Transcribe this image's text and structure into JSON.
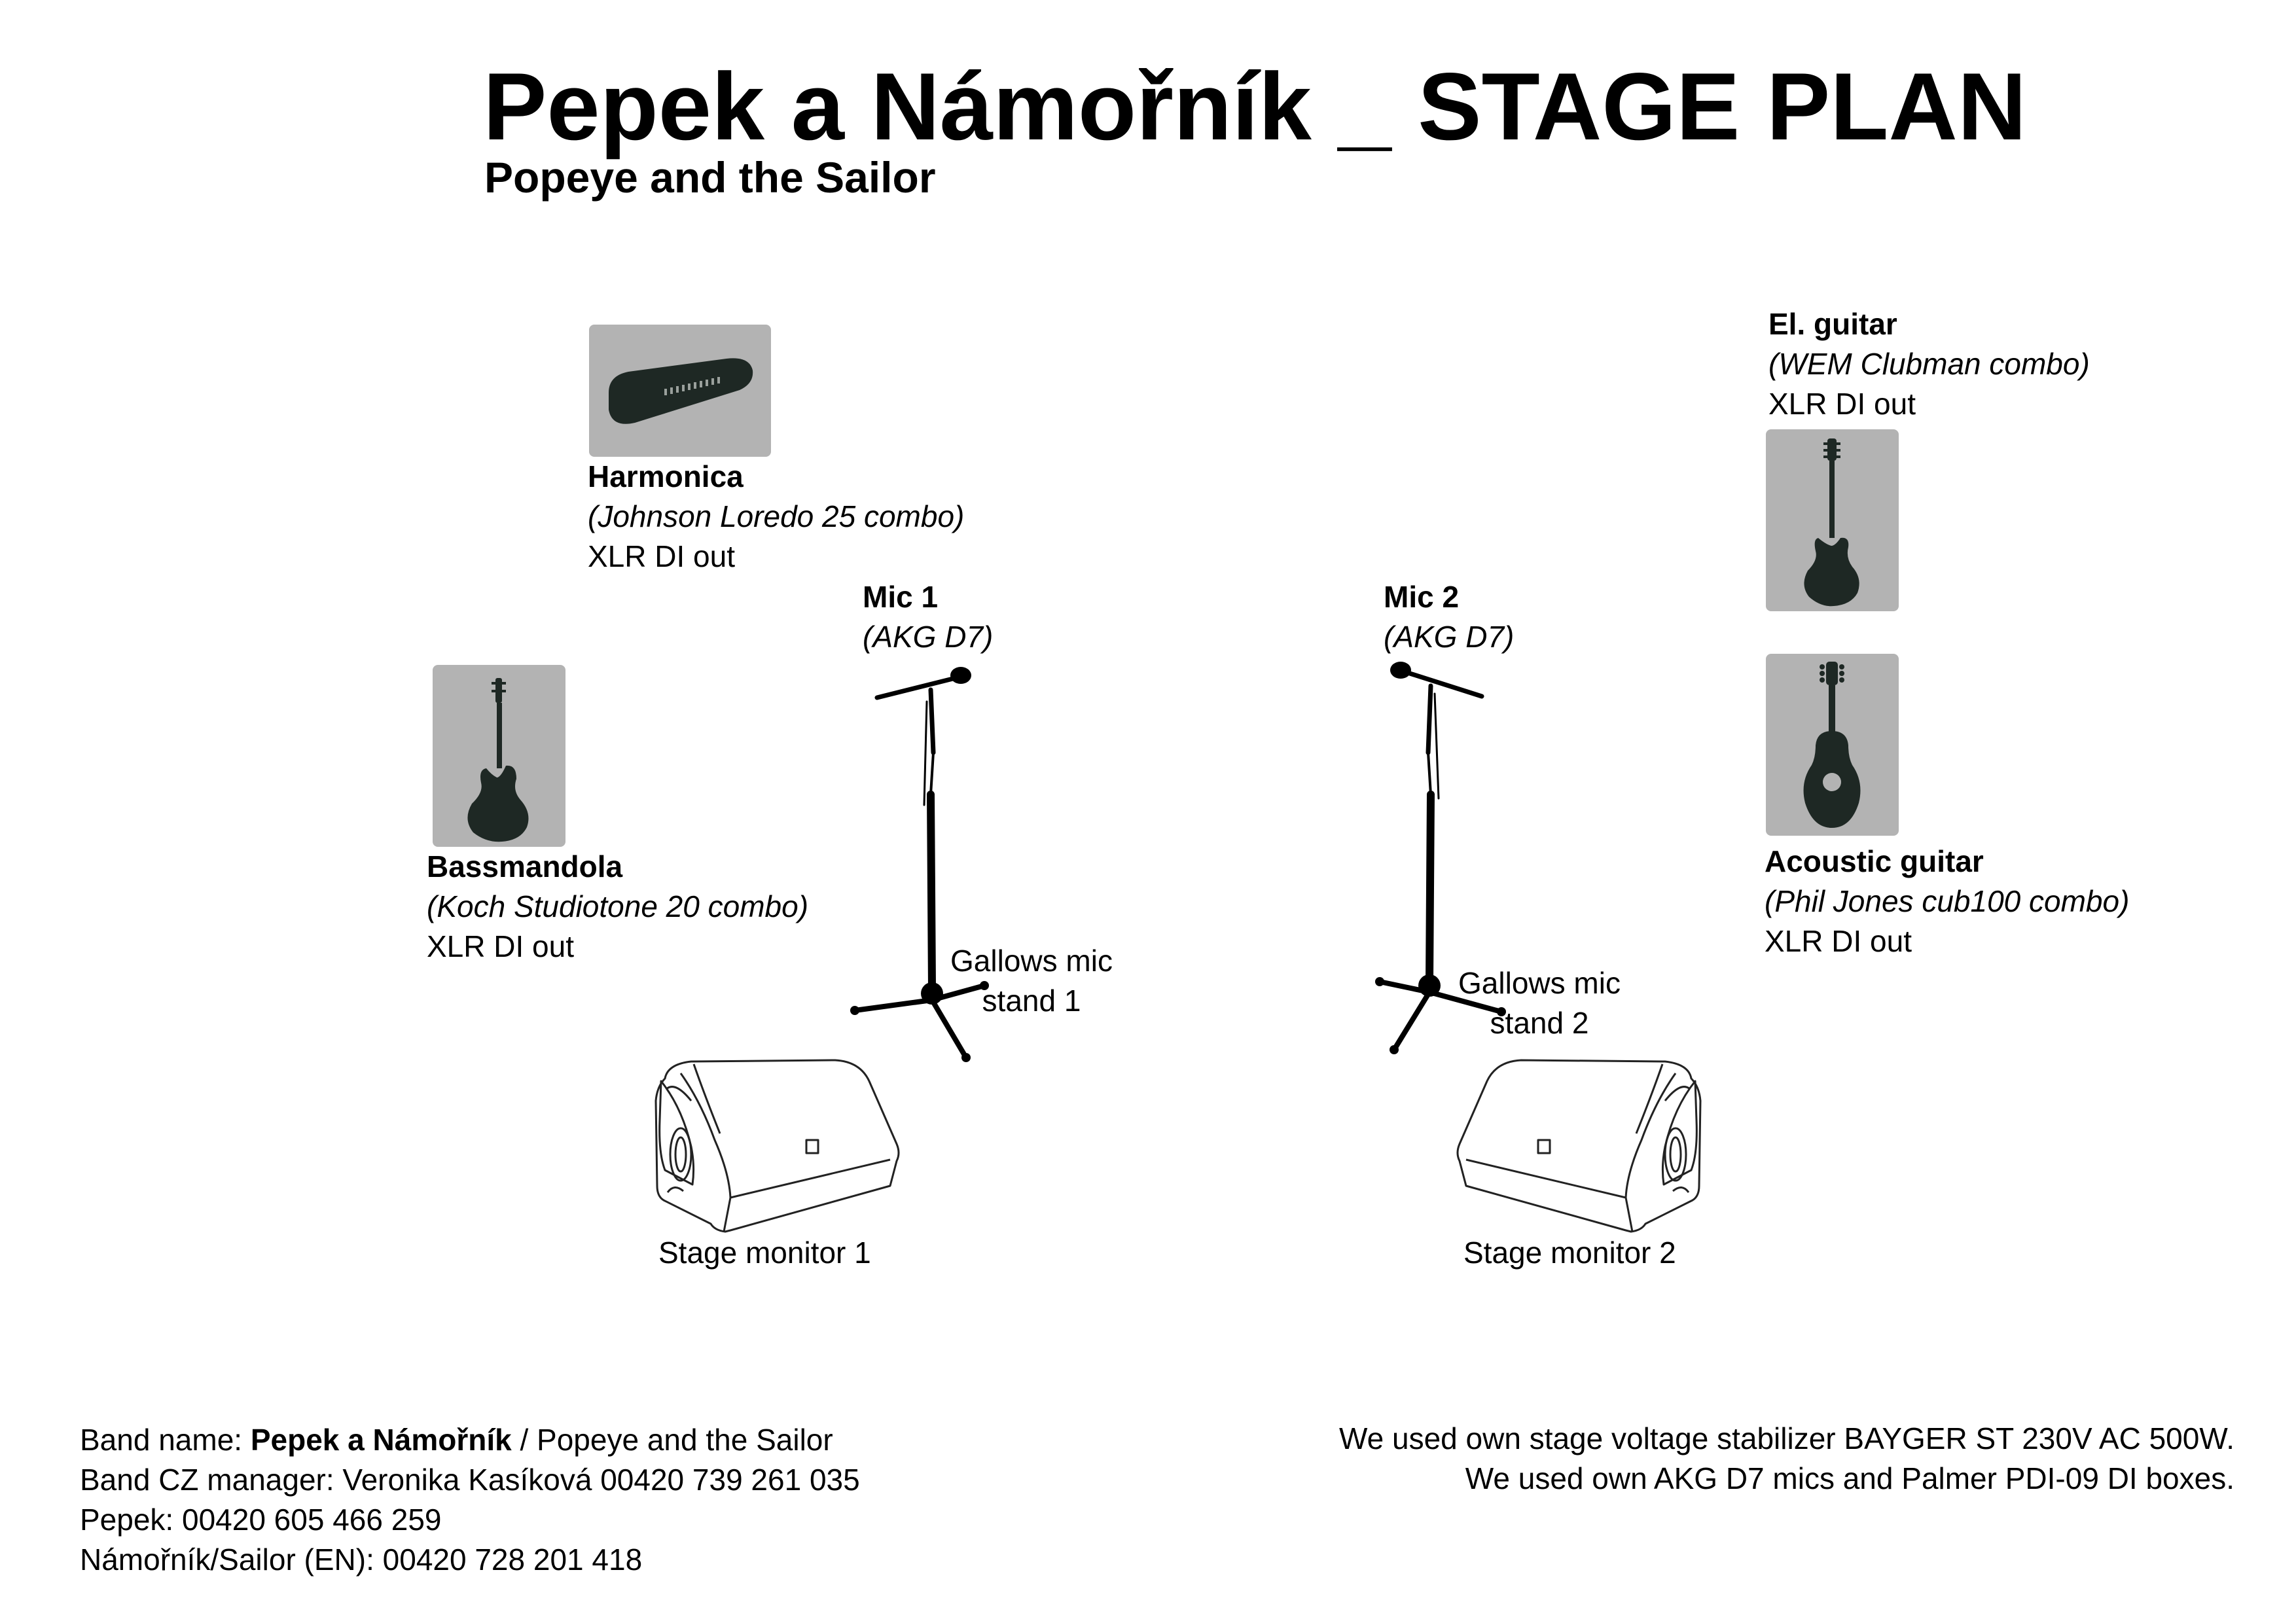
{
  "header": {
    "title": "Pepek a Námořník _ STAGE PLAN",
    "subtitle": "Popeye and the Sailor"
  },
  "instruments": {
    "harmonica": {
      "name": "Harmonica",
      "model": "(Johnson Loredo 25 combo)",
      "output": "XLR DI out"
    },
    "bassmandola": {
      "name": "Bassmandola",
      "model": "(Koch Studiotone 20 combo)",
      "output": "XLR DI out"
    },
    "el_guitar": {
      "name": "El. guitar",
      "model": "(WEM Clubman combo)",
      "output": "XLR DI out"
    },
    "acoustic_guitar": {
      "name": "Acoustic guitar",
      "model": "(Phil Jones cub100 combo)",
      "output": "XLR DI out"
    }
  },
  "mics": [
    {
      "name": "Mic 1",
      "model": "(AKG D7)",
      "stand_line1": "Gallows mic",
      "stand_line2": "stand 1"
    },
    {
      "name": "Mic 2",
      "model": "(AKG D7)",
      "stand_line1": "Gallows mic",
      "stand_line2": "stand 2"
    }
  ],
  "monitors": [
    {
      "label": "Stage monitor 1"
    },
    {
      "label": "Stage monitor 2"
    }
  ],
  "footer": {
    "band_name_prefix": "Band name: ",
    "band_name_bold": "Pepek a Námořník",
    "band_name_suffix": " / Popeye and the Sailor",
    "manager": "Band CZ manager: Veronika Kasíková 00420 739 261 035",
    "pepek": "Pepek: 00420 605 466 259",
    "sailor": "Námořník/Sailor (EN): 00420 728 201 418",
    "note1": "We used own stage voltage stabilizer BAYGER ST 230V AC 500W.",
    "note2": "We used own AKG D7 mics and Palmer PDI-09 DI boxes."
  },
  "colors": {
    "icon_fill": "#1e2824",
    "tile_bg": "#b3b3b3"
  },
  "icons": [
    "harmonica-icon",
    "bassmandola-icon",
    "electric-guitar-icon",
    "acoustic-guitar-icon",
    "mic-stand-icon",
    "stage-monitor-icon"
  ]
}
